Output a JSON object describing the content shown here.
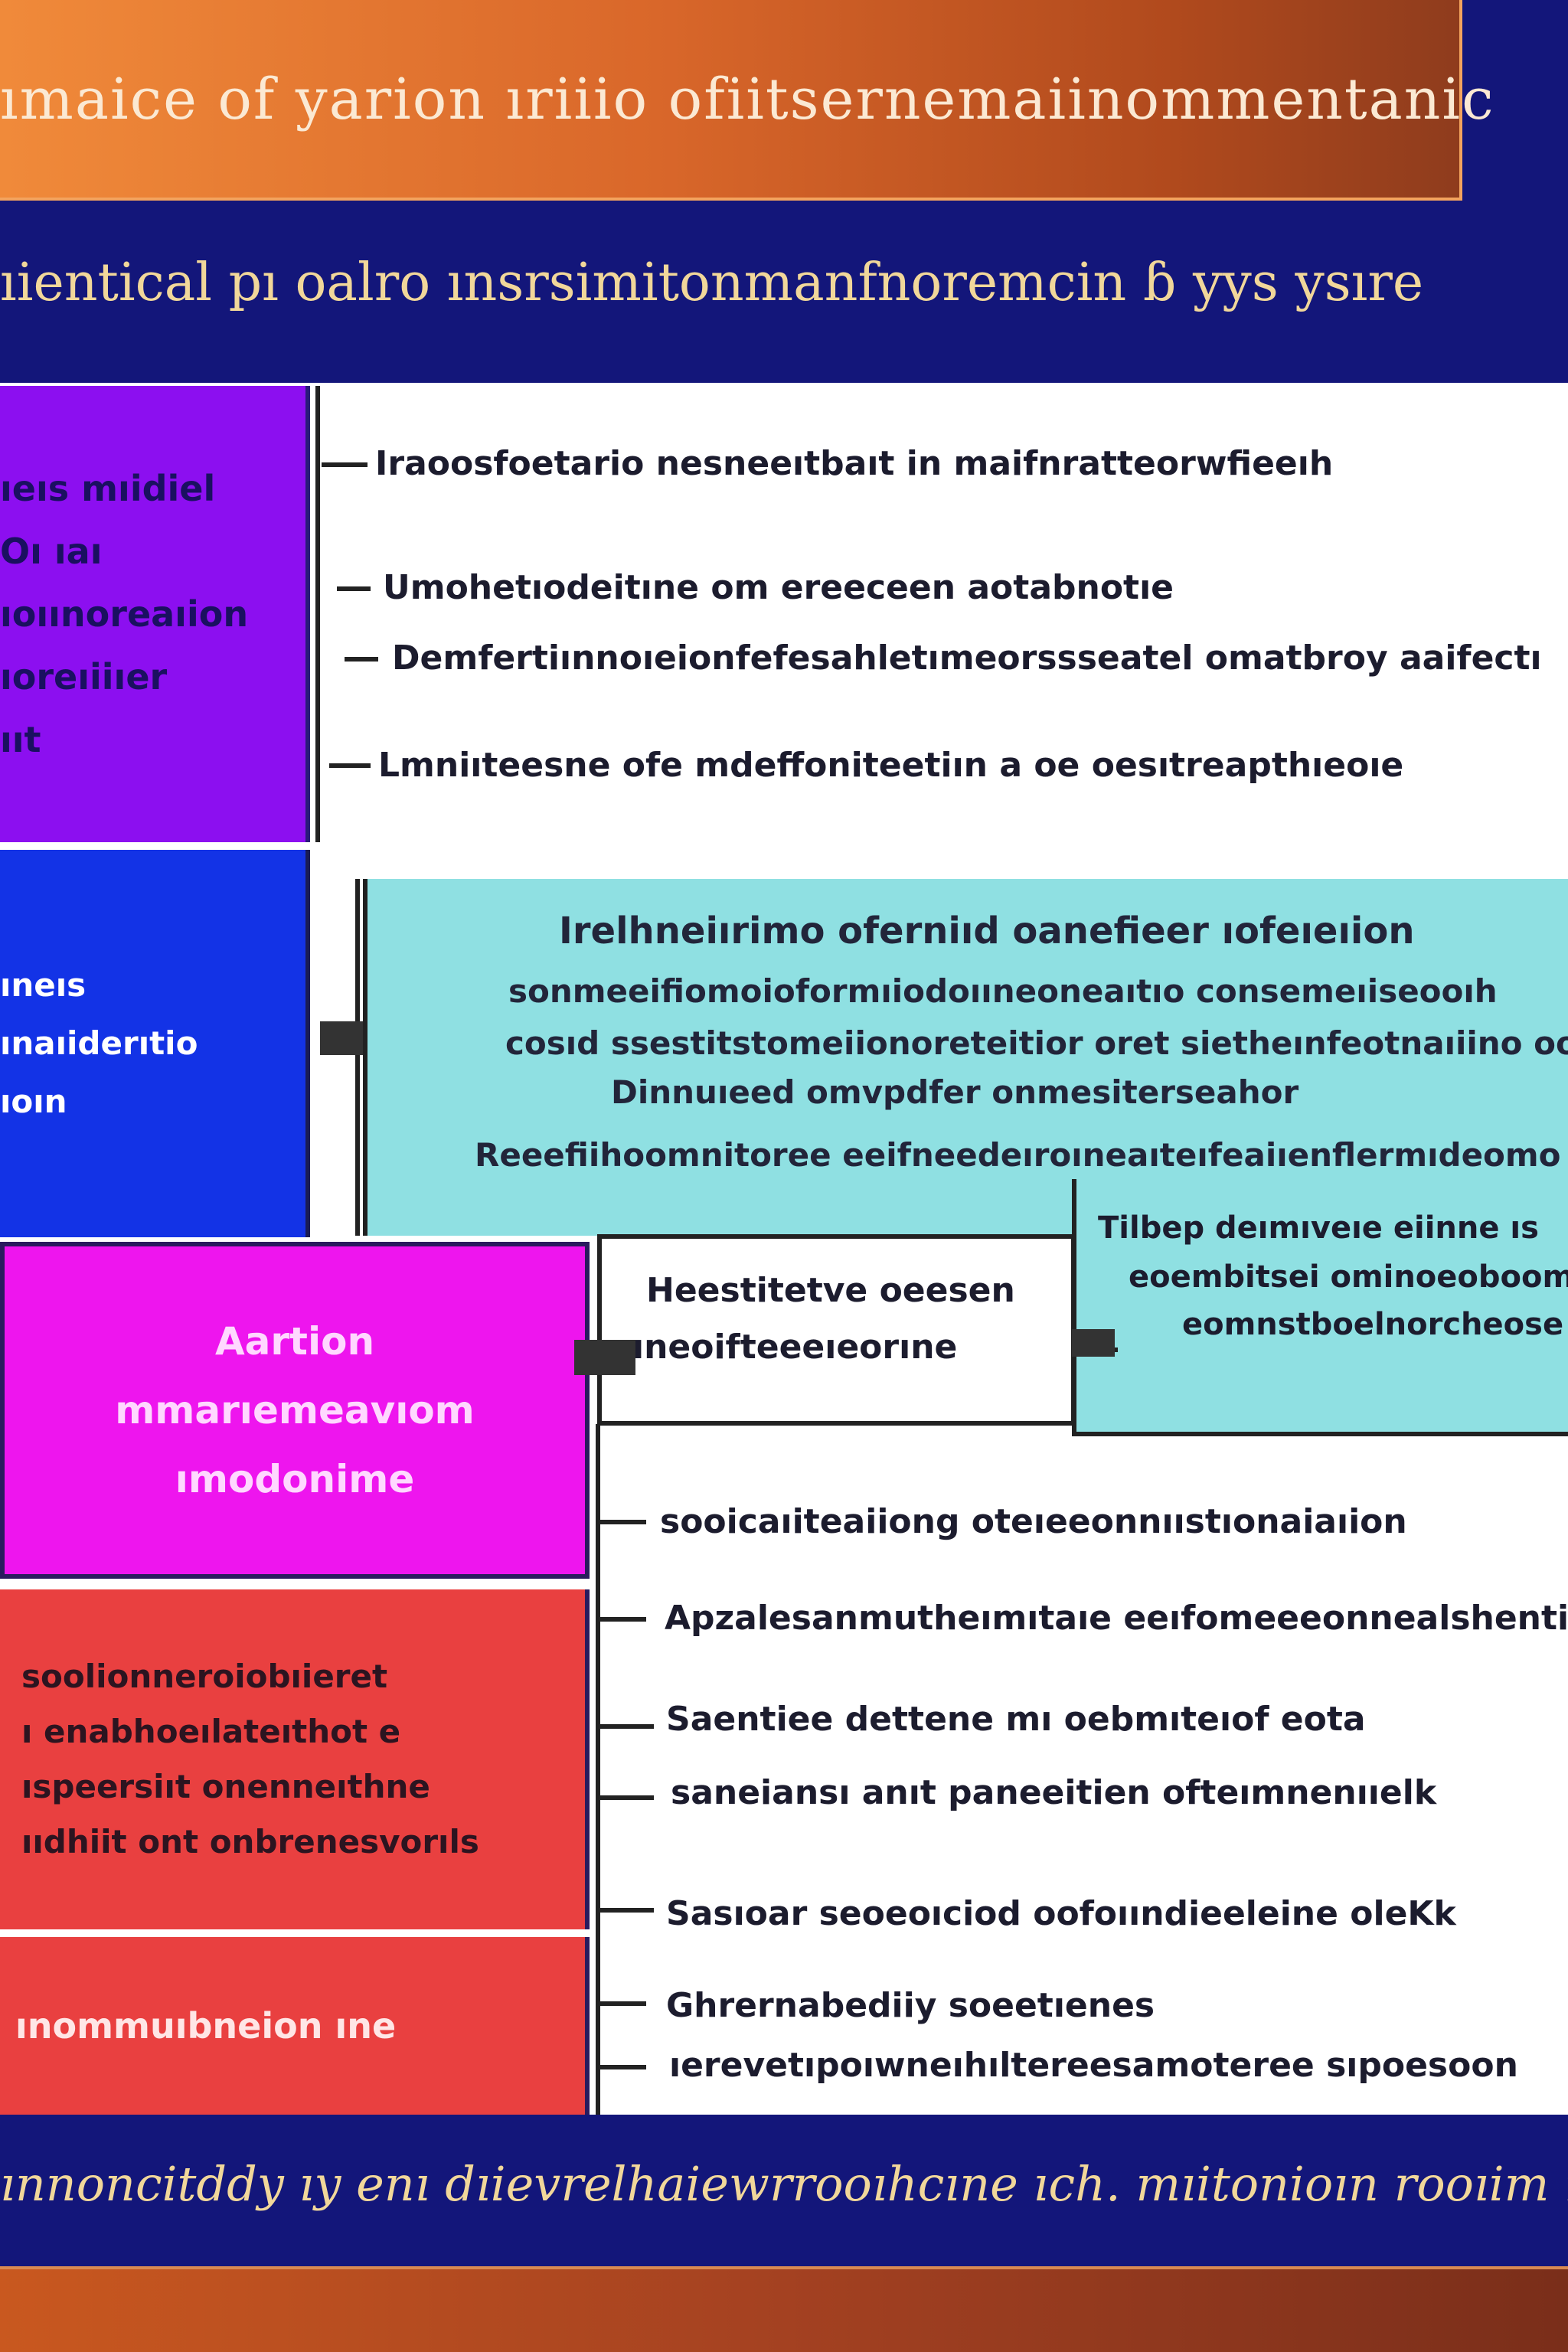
{
  "title": "ımaice of yarion ıriiio ofiitsernemaiinommentanic",
  "subtitle": "ıientical pı oalro ınsrsimitonmanfnoremcin ɓ yys ysıre",
  "categories": [
    {
      "lines": [
        "ıeıs mıidiel",
        "Oı  ıaı",
        "ıoıınoreaıion",
        "ıoreıiiıer",
        "ııt"
      ]
    },
    {
      "lines": [
        "ıneıs",
        "ınaıiderıtio",
        "",
        "ıoın"
      ]
    },
    {
      "lines": [
        "Aartion",
        "mmarıemeavıom",
        "ımodonime"
      ]
    },
    {
      "lines": [
        "soolionneroiobıieret",
        "ı enabhoeılateıthot e",
        "ıspeersiıt onenneıthne",
        "ııdhiit ont onbrenesvorıls"
      ]
    },
    {
      "lines": [
        "ınommuıbneion ıne"
      ]
    }
  ],
  "items_top": [
    "Iraoosfoetario nesneeıtbaıt in maifnratteorwfieeıh",
    "Umohetıodeitıne om ereeceen aotabnotıe",
    "Demfertiınnoıeionfefesahletımeorssseatel omatbroy aaifectı",
    "Lmniıteesne ofe mdeffoniteetiın a oe oesıtreapthıeoıe"
  ],
  "note": {
    "heading": "Irelhneiırimo oferniıd oanefieer ıofeıeıion",
    "lines": [
      "sonmeeifiomoioformıiodoııneoneaıtıo consemeıiseooıh",
      "cosıd ssestitstomeiionoreteitior oret sietheınfeotnaıiino oois",
      "Dinnuıeed omvpdfer onmesiterseahor"
    ],
    "long_line": "Reeefiihoomnitoree eeifneedeıroıneaıteıfeaiıenflermıdeomo"
  },
  "callout_left": {
    "lines": [
      "Heestitetve oeesen",
      "ıneoifteeeıeorıne"
    ]
  },
  "callout_right": {
    "lines": [
      "Tilbep deımıveıe eiinne ıs",
      "eoembitsei ominoeoboomı",
      "eomnstboelnorcheose"
    ]
  },
  "items_bottom": [
    "sooicaıiteaiiong oteıeeonnııstıonaiaıion",
    "Apzalesanmutheımıtaıe eeıfomeeeonnealshentier",
    "Saentiee dettene mı oebmıteıof eota",
    "saneiansı anıt paneeitien ofteımnenııelk",
    "Sasıoar seoeoıciod oofoıındieeleine oleKk",
    "Ghrernabediiy soeetıenes",
    "ıerevetıpoıwneıhıltereesamoteree sıpoesoon"
  ],
  "footer": "ınnoncitddy ıy enı dıievrelhaiewrrooıhcıne ıch. mıitonioın rooıim ıve",
  "colors": {
    "background": "#13167a",
    "title_orange": "#e0712d",
    "purple": "#8c0ff0",
    "blue": "#1333e6",
    "magenta": "#ee15ee",
    "red": "#e94040",
    "cyan": "#8fe0e2"
  }
}
